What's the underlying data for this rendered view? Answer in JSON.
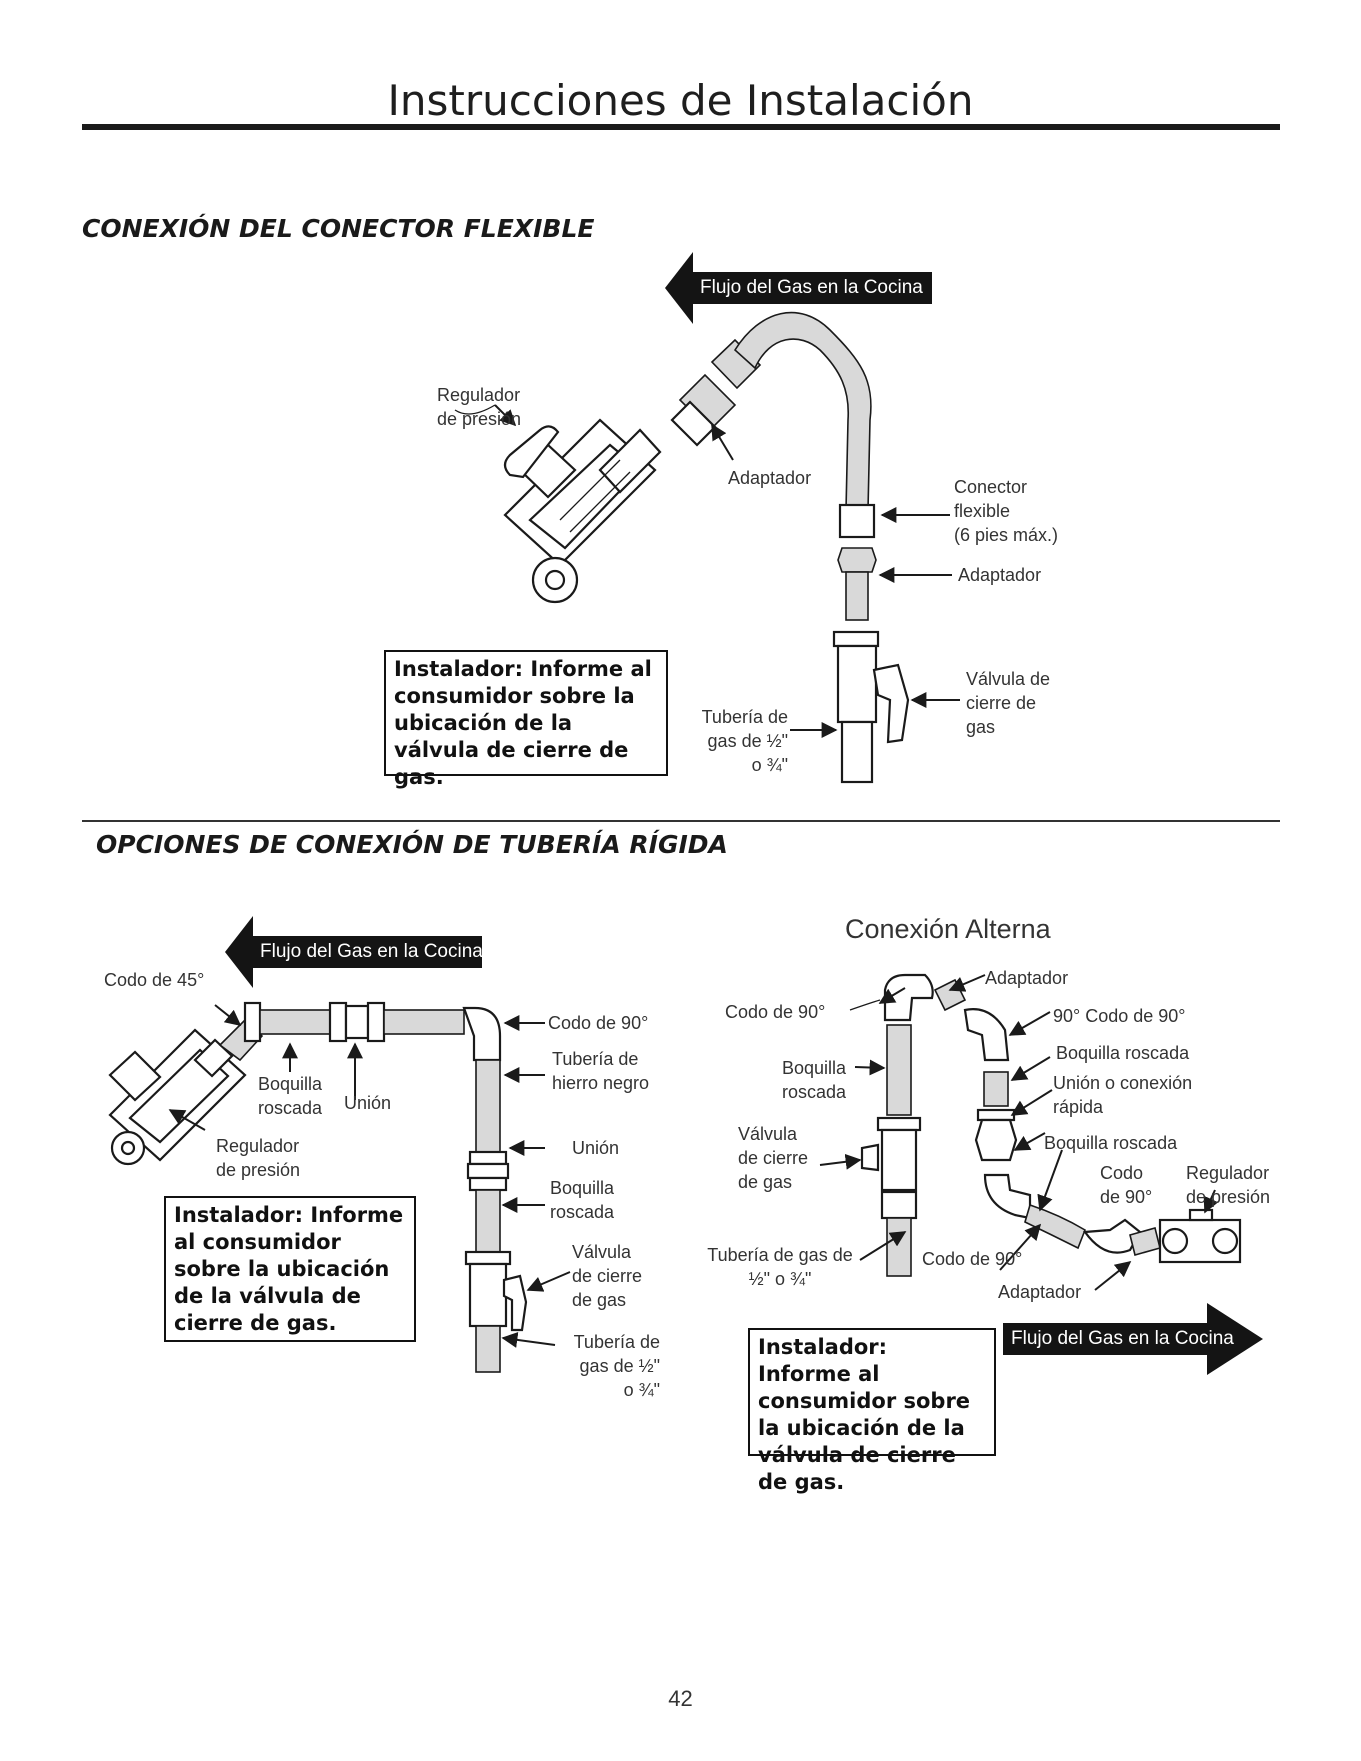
{
  "page": {
    "title": "Instrucciones de Instalación",
    "page_number": "42"
  },
  "flexible": {
    "heading": "CONEXIÓN DEL CONECTOR FLEXIBLE",
    "flow_banner": "Flujo del Gas en la Cocina",
    "labels": {
      "regulator": "Regulador\nde presión",
      "adapter_top": "Adaptador",
      "flex_connector": "Conector\nflexible\n(6 pies máx.)",
      "adapter_bottom": "Adaptador",
      "shutoff_valve": "Válvula de\ncierre de\ngas",
      "gas_pipe": "Tubería de\ngas de ½\"\no ¾\""
    },
    "notice": "Instalador: Informe al consumidor sobre la ubicación de la válvula de cierre de gas."
  },
  "rigid": {
    "heading": "OPCIONES DE CONEXIÓN DE TUBERÍA RÍGIDA",
    "flow_banner": "Flujo del Gas en la Cocina",
    "labels": {
      "elbow45": "Codo de 45°",
      "nipple": "Boquilla\nroscada",
      "union_a": "Unión",
      "regulator": "Regulador\nde presión",
      "elbow90": "Codo de 90°",
      "black_pipe": "Tubería de\nhierro negro",
      "union_b": "Unión",
      "nipple_b": "Boquilla\nroscada",
      "valve": "Válvula\nde cierre\nde gas",
      "gas_pipe": "Tubería de\ngas de ½\"\no ¾\""
    },
    "notice": "Instalador: Informe al consumidor sobre la ubicación de la válvula de cierre de gas."
  },
  "alternate": {
    "heading": "Conexión Alterna",
    "flow_banner": "Flujo del Gas en la Cocina",
    "labels": {
      "adapter_top": "Adaptador",
      "elbow90_left": "Codo de 90°",
      "elbow90_right": "90° Codo de 90°",
      "nipple_left": "Boquilla\nroscada",
      "nipple_right": "Boquilla roscada",
      "union": "Unión o conexión\nrápida",
      "valve": "Válvula\nde cierre\nde gas",
      "nipple_right2": "Boquilla roscada",
      "elbow90_small": "Codo\nde 90°",
      "regulator": "Regulador\nde presión",
      "gas_pipe": "Tubería de gas de\n½\" o ¾\"",
      "elbow90_bottom": "Codo de 90°",
      "adapter_bottom": "Adaptador"
    },
    "notice": "Instalador: Informe al consumidor sobre la ubicación de la válvula de cierre de gas."
  }
}
